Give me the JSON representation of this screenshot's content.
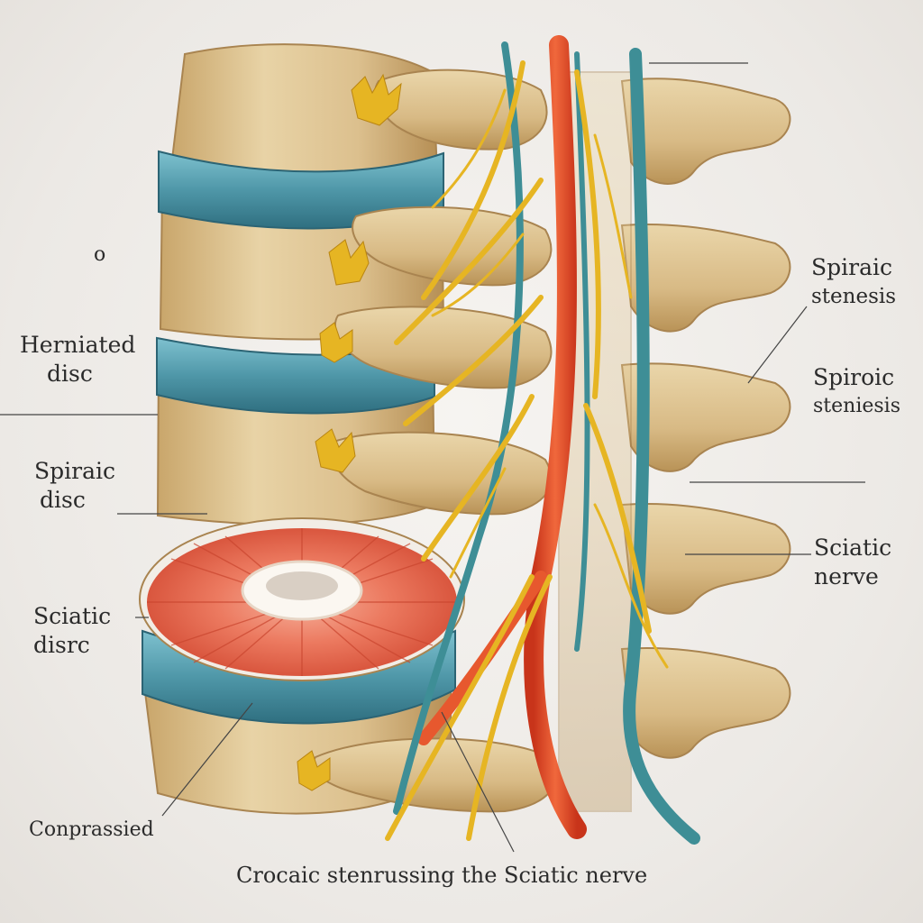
{
  "labels": {
    "dot": "o",
    "herniated_disc": [
      "Herniated",
      "disc"
    ],
    "spiraic_disc": [
      "Spiraic",
      "disc"
    ],
    "sciatic_disrc": [
      "Sciatic",
      "disrc"
    ],
    "compressed": "Conprassied",
    "spiraic_stenesis_1": [
      "Spiraic",
      "stenesis"
    ],
    "spiroic_steniesis_2": [
      "Spiroic",
      "steniesis"
    ],
    "sciatic_nerve": [
      "Sciatic",
      "nerve"
    ],
    "caption": "Crocaic stenrussing the Sciatic nerve"
  },
  "colors": {
    "bone": "#d9bf8c",
    "disc_blue": "#4f97a8",
    "nerve_yellow": "#e6b523",
    "nerve_red": "#e24a26",
    "nerve_teal": "#3e8e96",
    "disc_pink": "#e9735b"
  }
}
